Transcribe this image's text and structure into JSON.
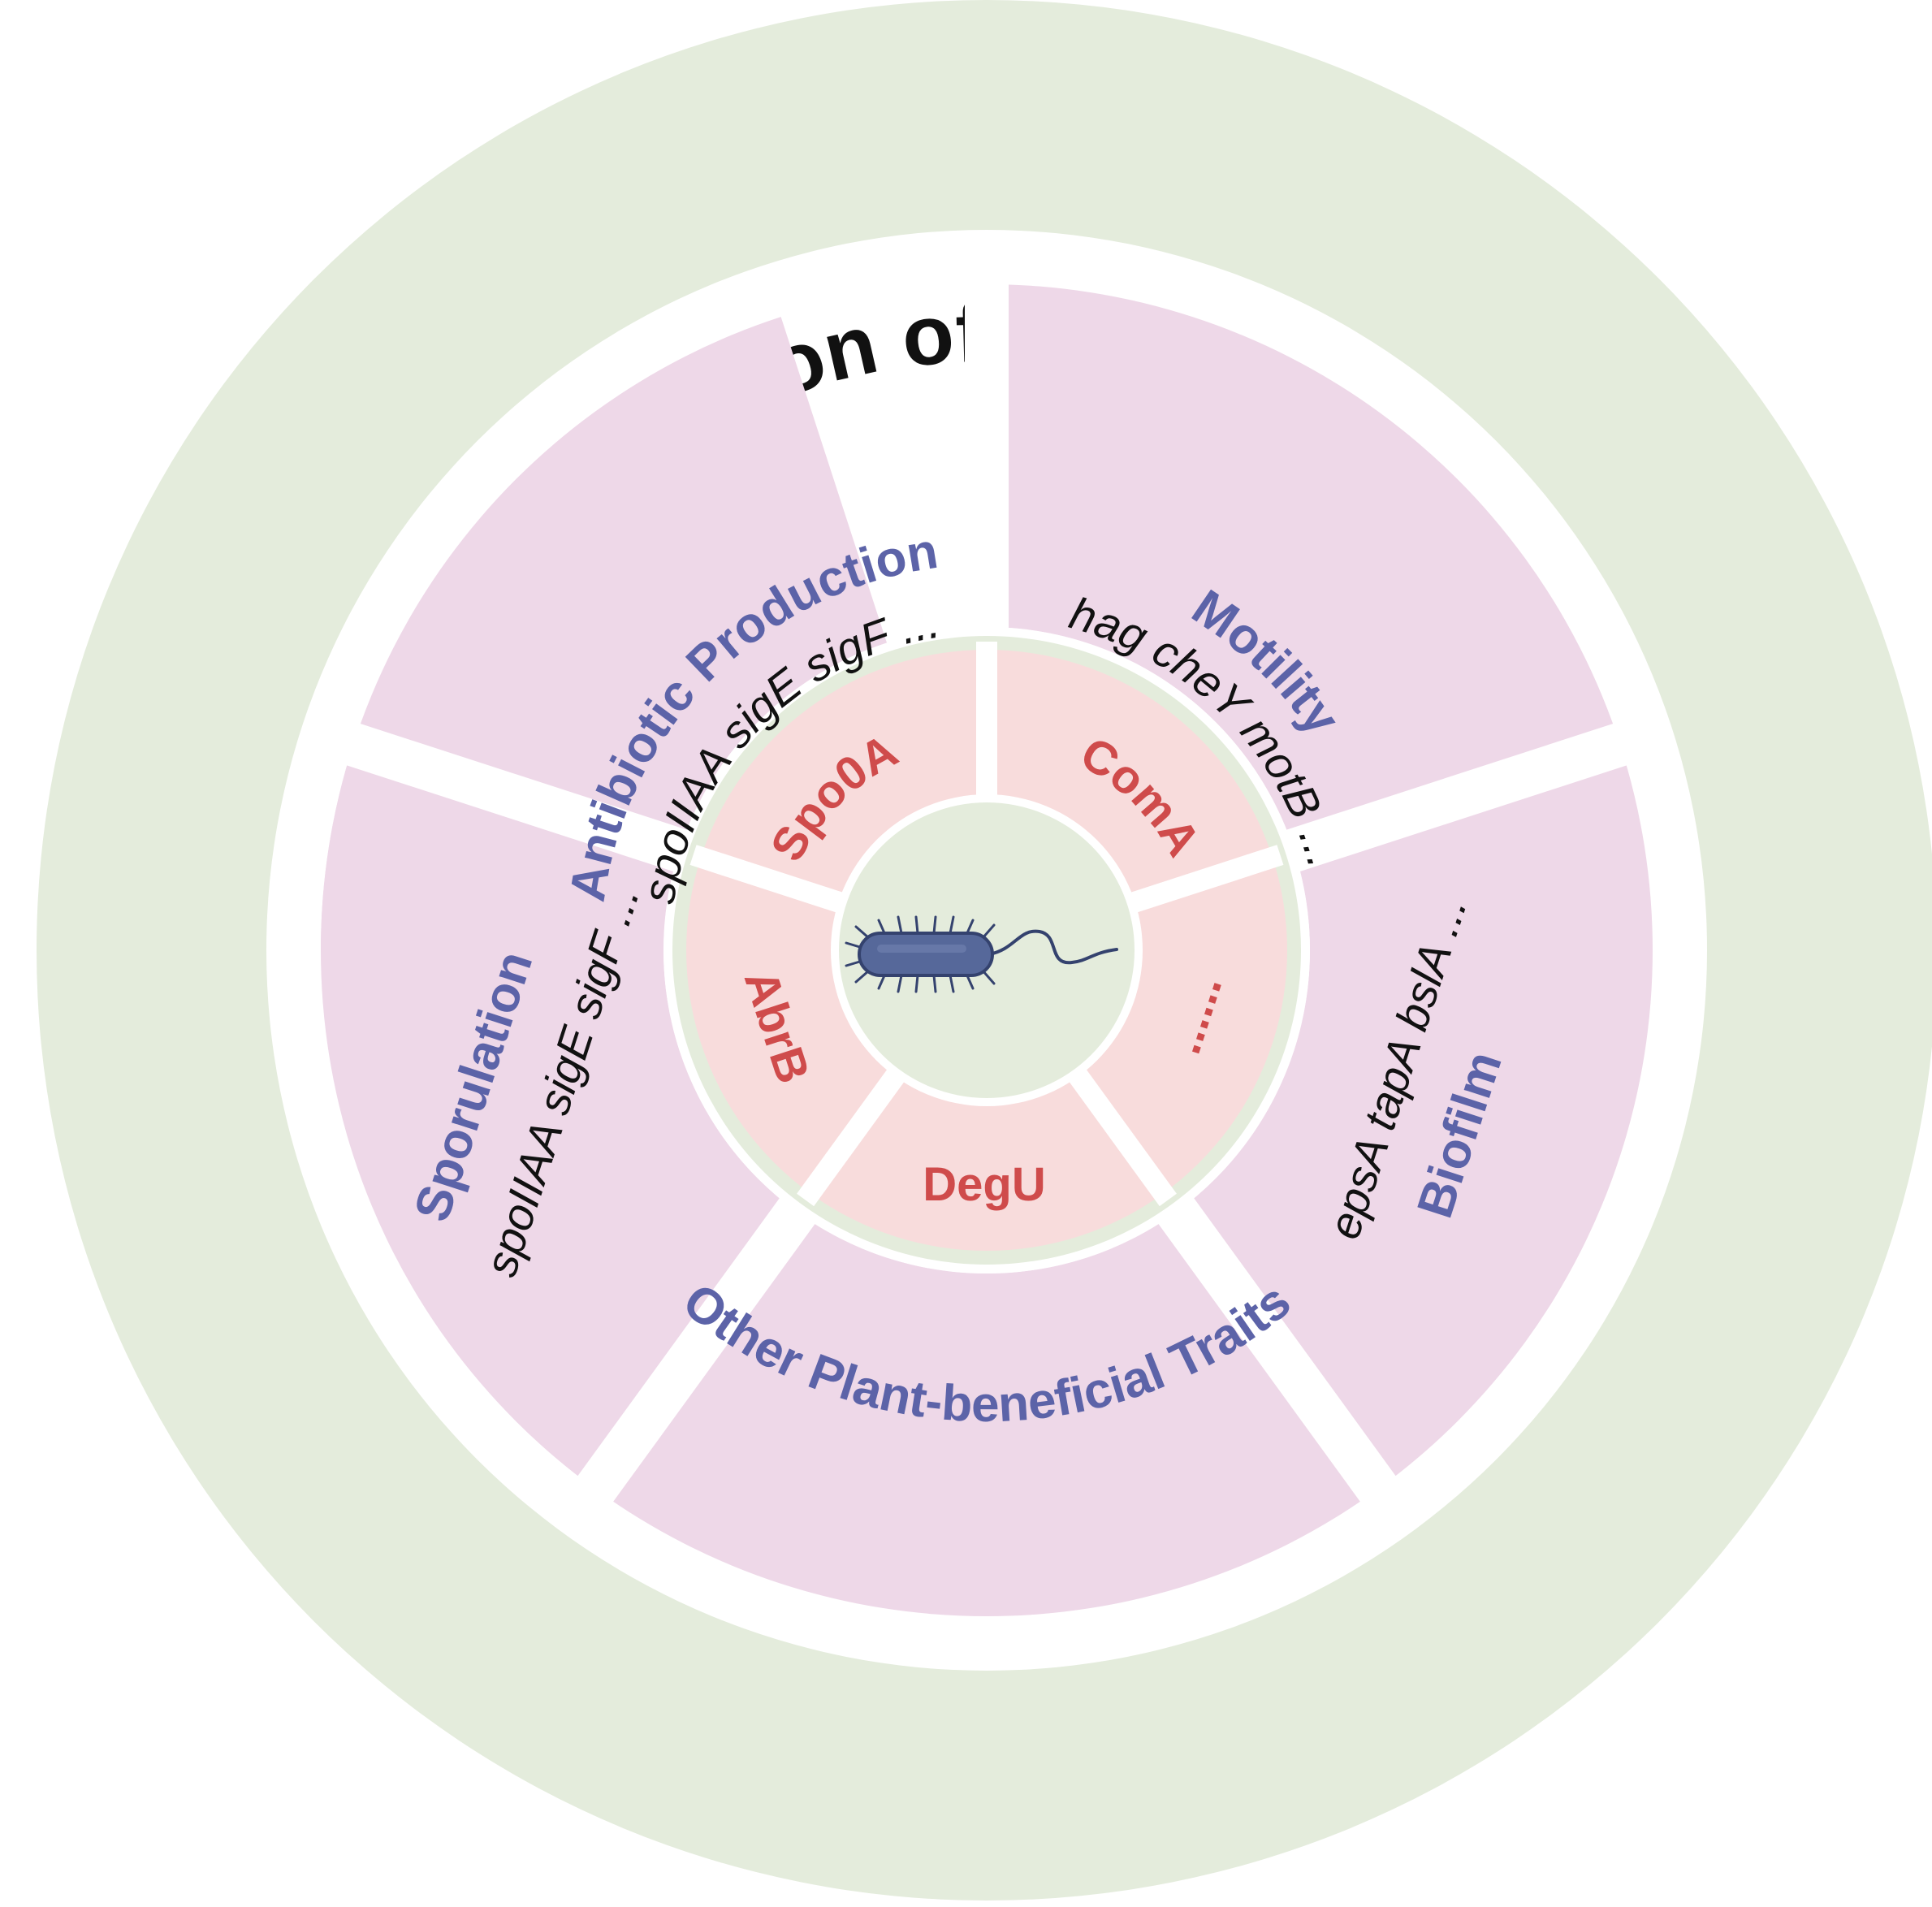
{
  "title": "Promotion of plant growth",
  "colors": {
    "outer_ring": "#e4ecdc",
    "trait_fill": "#eed8e8",
    "trait_text": "#5c63a8",
    "gene_text": "#111111",
    "regulator_fill": "#f8dcdc",
    "regulator_text": "#cf4b4b",
    "inner_ring": "#e4ecdc",
    "core": "#e4ecdc",
    "bacterium_body": "#56689a",
    "bacterium_outline": "#34426e",
    "title_text": "#111111",
    "separator": "#ffffff"
  },
  "traits": [
    {
      "title": "Antibiotic Production",
      "genes": "spoIIAA sigE sigF ..."
    },
    {
      "title": "Motility",
      "genes": "hag cheY motB ..."
    },
    {
      "title": "Biofilm",
      "genes": "epsA tapA bslA ..."
    },
    {
      "title": "Other  Plant-beneficial Traits",
      "genes": ""
    },
    {
      "title": "Sporulation",
      "genes": "spoIIAA sigE sigF ..."
    }
  ],
  "regulators": [
    {
      "label": "Spo0A"
    },
    {
      "label": "ComA"
    },
    {
      "label": "......"
    },
    {
      "label": "DegU"
    },
    {
      "label": "AbrB"
    }
  ],
  "center_icon": "bacterium-icon"
}
